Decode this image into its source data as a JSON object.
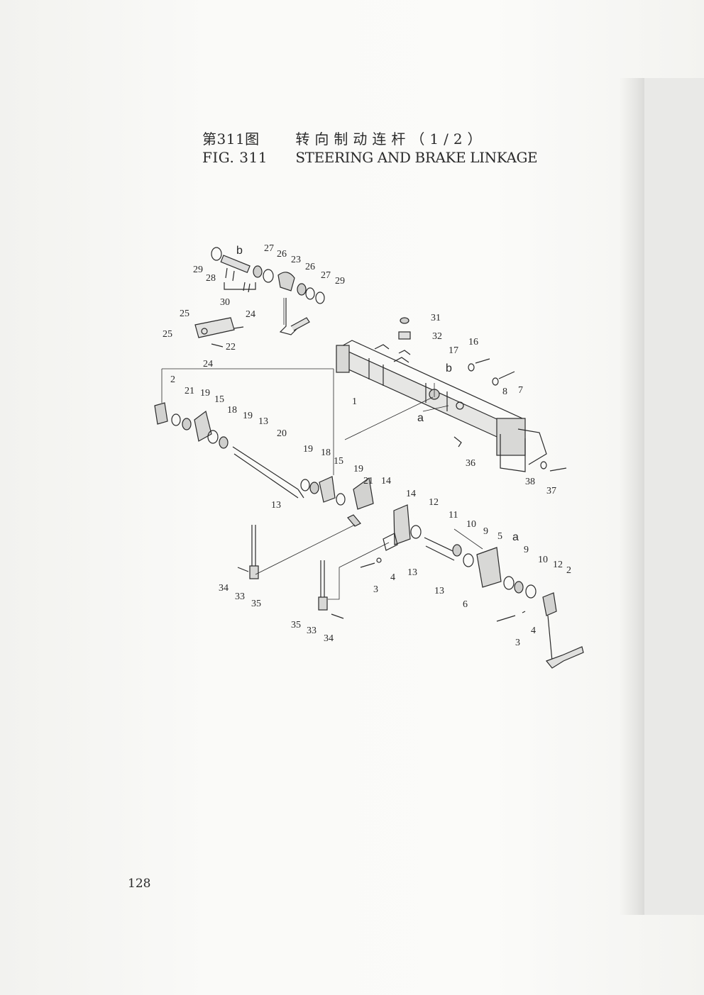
{
  "figure": {
    "label_cn": "第311图",
    "title_cn": "转向制动连杆（1/2）",
    "label_en": "FIG. 311",
    "title_en": "STEERING AND BRAKE LINKAGE"
  },
  "page_number": "128",
  "refs": {
    "a": "a",
    "b": "b"
  },
  "callouts": {
    "c1": "1",
    "c2a": "2",
    "c2b": "2",
    "c3a": "3",
    "c3b": "3",
    "c4a": "4",
    "c4b": "4",
    "c5": "5",
    "c6": "6",
    "c7": "7",
    "c8": "8",
    "c9a": "9",
    "c9b": "9",
    "c10a": "10",
    "c10b": "10",
    "c11": "11",
    "c12a": "12",
    "c12b": "12",
    "c13a": "13",
    "c13b": "13",
    "c13c": "13",
    "c13d": "13",
    "c14a": "14",
    "c14b": "14",
    "c15a": "15",
    "c15b": "15",
    "c16": "16",
    "c17": "17",
    "c18a": "18",
    "c18b": "18",
    "c19a": "19",
    "c19b": "19",
    "c19c": "19",
    "c19d": "19",
    "c20": "20",
    "c21a": "21",
    "c21b": "21",
    "c22": "22",
    "c23": "23",
    "c24a": "24",
    "c24b": "24",
    "c25a": "25",
    "c25b": "25",
    "c26a": "26",
    "c26b": "26",
    "c27a": "27",
    "c27b": "27",
    "c28": "28",
    "c29a": "29",
    "c29b": "29",
    "c30": "30",
    "c31": "31",
    "c32": "32",
    "c33a": "33",
    "c33b": "33",
    "c34a": "34",
    "c34b": "34",
    "c35a": "35",
    "c35b": "35",
    "c36": "36",
    "c37": "37",
    "c38": "38"
  }
}
